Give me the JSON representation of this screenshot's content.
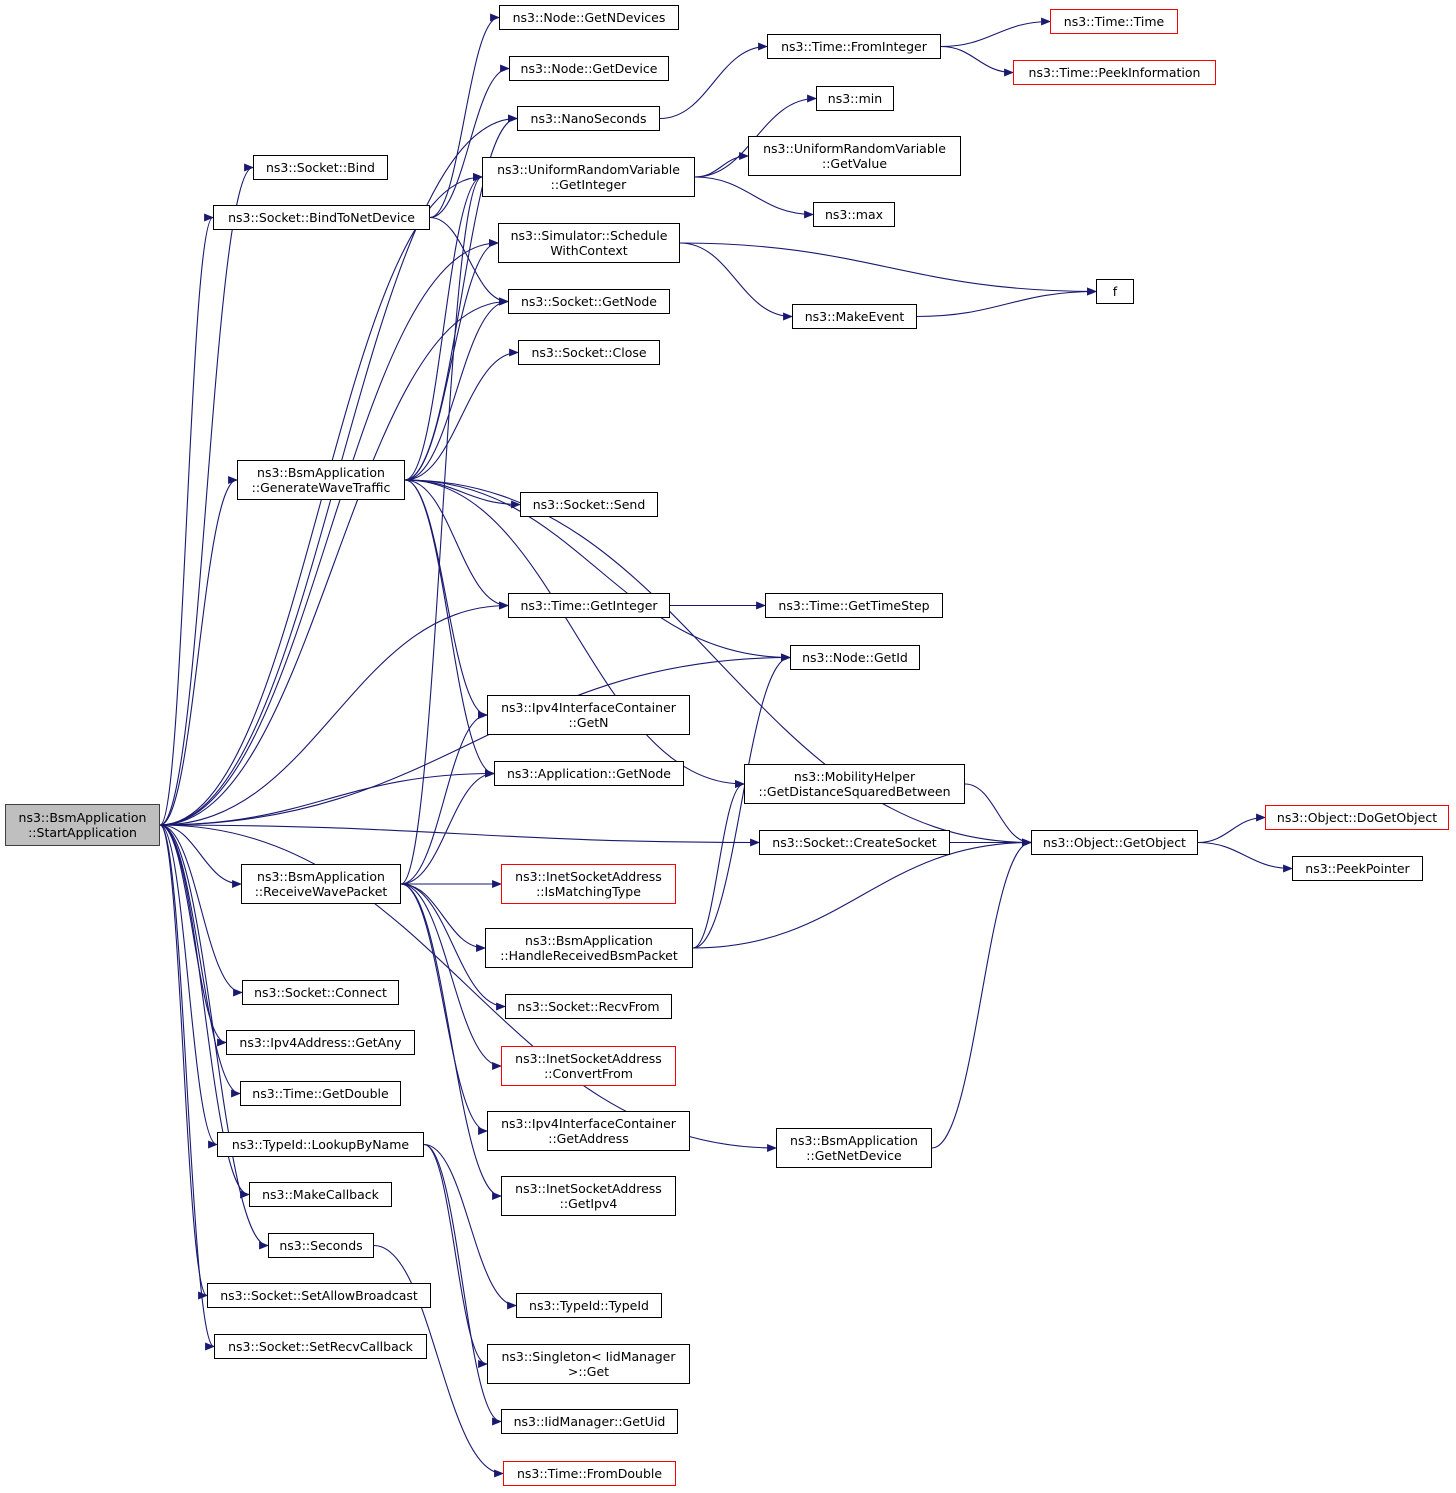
{
  "graph": {
    "edge_color": "#191970",
    "external_border_color": "#ff0000",
    "root_fill": "#bfbfbf",
    "nodes": [
      {
        "id": "start",
        "lines": [
          "ns3::BsmApplication",
          "::StartApplication"
        ],
        "kind": "root"
      },
      {
        "id": "bind",
        "lines": [
          "ns3::Socket::Bind"
        ]
      },
      {
        "id": "bindtonet",
        "lines": [
          "ns3::Socket::BindToNetDevice"
        ]
      },
      {
        "id": "genwave",
        "lines": [
          "ns3::BsmApplication",
          "::GenerateWaveTraffic"
        ]
      },
      {
        "id": "recvwave",
        "lines": [
          "ns3::BsmApplication",
          "::ReceiveWavePacket"
        ]
      },
      {
        "id": "connect",
        "lines": [
          "ns3::Socket::Connect"
        ]
      },
      {
        "id": "getany",
        "lines": [
          "ns3::Ipv4Address::GetAny"
        ]
      },
      {
        "id": "getdouble",
        "lines": [
          "ns3::Time::GetDouble"
        ]
      },
      {
        "id": "lookup",
        "lines": [
          "ns3::TypeId::LookupByName"
        ]
      },
      {
        "id": "makecb",
        "lines": [
          "ns3::MakeCallback"
        ]
      },
      {
        "id": "seconds",
        "lines": [
          "ns3::Seconds"
        ]
      },
      {
        "id": "setbcast",
        "lines": [
          "ns3::Socket::SetAllowBroadcast"
        ]
      },
      {
        "id": "setrecv",
        "lines": [
          "ns3::Socket::SetRecvCallback"
        ]
      },
      {
        "id": "getndev",
        "lines": [
          "ns3::Node::GetNDevices"
        ]
      },
      {
        "id": "getdevice",
        "lines": [
          "ns3::Node::GetDevice"
        ]
      },
      {
        "id": "nanosec",
        "lines": [
          "ns3::NanoSeconds"
        ]
      },
      {
        "id": "uniform",
        "lines": [
          "ns3::UniformRandomVariable",
          "::GetInteger"
        ]
      },
      {
        "id": "schedule",
        "lines": [
          "ns3::Simulator::Schedule",
          "WithContext"
        ]
      },
      {
        "id": "sockgetnode",
        "lines": [
          "ns3::Socket::GetNode"
        ]
      },
      {
        "id": "close",
        "lines": [
          "ns3::Socket::Close"
        ]
      },
      {
        "id": "send",
        "lines": [
          "ns3::Socket::Send"
        ]
      },
      {
        "id": "timegetint",
        "lines": [
          "ns3::Time::GetInteger"
        ]
      },
      {
        "id": "ipv4getn",
        "lines": [
          "ns3::Ipv4InterfaceContainer",
          "::GetN"
        ]
      },
      {
        "id": "appgetnode",
        "lines": [
          "ns3::Application::GetNode"
        ]
      },
      {
        "id": "ismatching",
        "lines": [
          "ns3::InetSocketAddress",
          "::IsMatchingType"
        ],
        "kind": "ext"
      },
      {
        "id": "handlebsm",
        "lines": [
          "ns3::BsmApplication",
          "::HandleReceivedBsmPacket"
        ]
      },
      {
        "id": "recvfrom",
        "lines": [
          "ns3::Socket::RecvFrom"
        ]
      },
      {
        "id": "convertfrom",
        "lines": [
          "ns3::InetSocketAddress",
          "::ConvertFrom"
        ],
        "kind": "ext"
      },
      {
        "id": "ipv4getaddr",
        "lines": [
          "ns3::Ipv4InterfaceContainer",
          "::GetAddress"
        ]
      },
      {
        "id": "getipv4",
        "lines": [
          "ns3::InetSocketAddress",
          "::GetIpv4"
        ]
      },
      {
        "id": "typeid",
        "lines": [
          "ns3::TypeId::TypeId"
        ]
      },
      {
        "id": "singleton",
        "lines": [
          "ns3::Singleton< IidManager",
          " >::Get"
        ]
      },
      {
        "id": "getuid",
        "lines": [
          "ns3::IidManager::GetUid"
        ]
      },
      {
        "id": "fromdouble",
        "lines": [
          "ns3::Time::FromDouble"
        ],
        "kind": "ext"
      },
      {
        "id": "frominteger",
        "lines": [
          "ns3::Time::FromInteger"
        ]
      },
      {
        "id": "min",
        "lines": [
          "ns3::min"
        ]
      },
      {
        "id": "uvgetvalue",
        "lines": [
          "ns3::UniformRandomVariable",
          "::GetValue"
        ]
      },
      {
        "id": "max",
        "lines": [
          "ns3::max"
        ]
      },
      {
        "id": "makeevent",
        "lines": [
          "ns3::MakeEvent"
        ]
      },
      {
        "id": "gettimestep",
        "lines": [
          "ns3::Time::GetTimeStep"
        ]
      },
      {
        "id": "nodegetid",
        "lines": [
          "ns3::Node::GetId"
        ]
      },
      {
        "id": "mobility",
        "lines": [
          "ns3::MobilityHelper",
          "::GetDistanceSquaredBetween"
        ]
      },
      {
        "id": "createsock",
        "lines": [
          "ns3::Socket::CreateSocket"
        ]
      },
      {
        "id": "getnetdev",
        "lines": [
          "ns3::BsmApplication",
          "::GetNetDevice"
        ]
      },
      {
        "id": "timetime",
        "lines": [
          "ns3::Time::Time"
        ],
        "kind": "ext"
      },
      {
        "id": "peekinfo",
        "lines": [
          "ns3::Time::PeekInformation"
        ],
        "kind": "ext"
      },
      {
        "id": "f",
        "lines": [
          "f"
        ]
      },
      {
        "id": "getobject",
        "lines": [
          "ns3::Object::GetObject"
        ]
      },
      {
        "id": "dogetobject",
        "lines": [
          "ns3::Object::DoGetObject"
        ],
        "kind": "ext"
      },
      {
        "id": "peekpointer",
        "lines": [
          "ns3::PeekPointer"
        ]
      }
    ],
    "edges": [
      [
        "start",
        "bind"
      ],
      [
        "start",
        "bindtonet"
      ],
      [
        "start",
        "genwave"
      ],
      [
        "start",
        "recvwave"
      ],
      [
        "start",
        "connect"
      ],
      [
        "start",
        "getany"
      ],
      [
        "start",
        "getdouble"
      ],
      [
        "start",
        "lookup"
      ],
      [
        "start",
        "makecb"
      ],
      [
        "start",
        "seconds"
      ],
      [
        "start",
        "setbcast"
      ],
      [
        "start",
        "setrecv"
      ],
      [
        "start",
        "nanosec"
      ],
      [
        "start",
        "uniform"
      ],
      [
        "start",
        "schedule"
      ],
      [
        "start",
        "sockgetnode"
      ],
      [
        "start",
        "timegetint"
      ],
      [
        "start",
        "appgetnode"
      ],
      [
        "start",
        "nodegetid"
      ],
      [
        "start",
        "createsock"
      ],
      [
        "start",
        "getnetdev"
      ],
      [
        "bindtonet",
        "getndev"
      ],
      [
        "bindtonet",
        "getdevice"
      ],
      [
        "bindtonet",
        "sockgetnode"
      ],
      [
        "genwave",
        "nanosec"
      ],
      [
        "genwave",
        "uniform"
      ],
      [
        "genwave",
        "schedule"
      ],
      [
        "genwave",
        "sockgetnode"
      ],
      [
        "genwave",
        "close"
      ],
      [
        "genwave",
        "send"
      ],
      [
        "genwave",
        "timegetint"
      ],
      [
        "genwave",
        "ipv4getn"
      ],
      [
        "genwave",
        "appgetnode"
      ],
      [
        "genwave",
        "nodegetid"
      ],
      [
        "genwave",
        "mobility"
      ],
      [
        "genwave",
        "getobject"
      ],
      [
        "recvwave",
        "ipv4getn"
      ],
      [
        "recvwave",
        "appgetnode"
      ],
      [
        "recvwave",
        "ismatching"
      ],
      [
        "recvwave",
        "handlebsm"
      ],
      [
        "recvwave",
        "recvfrom"
      ],
      [
        "recvwave",
        "convertfrom"
      ],
      [
        "recvwave",
        "ipv4getaddr"
      ],
      [
        "recvwave",
        "getipv4"
      ],
      [
        "recvwave",
        "uniform"
      ],
      [
        "handlebsm",
        "nodegetid"
      ],
      [
        "handlebsm",
        "mobility"
      ],
      [
        "handlebsm",
        "getobject"
      ],
      [
        "lookup",
        "typeid"
      ],
      [
        "lookup",
        "singleton"
      ],
      [
        "lookup",
        "getuid"
      ],
      [
        "seconds",
        "fromdouble"
      ],
      [
        "nanosec",
        "frominteger"
      ],
      [
        "frominteger",
        "timetime"
      ],
      [
        "frominteger",
        "peekinfo"
      ],
      [
        "uniform",
        "min"
      ],
      [
        "uniform",
        "uvgetvalue"
      ],
      [
        "uniform",
        "max"
      ],
      [
        "schedule",
        "f"
      ],
      [
        "schedule",
        "makeevent"
      ],
      [
        "makeevent",
        "f"
      ],
      [
        "timegetint",
        "gettimestep"
      ],
      [
        "mobility",
        "getobject"
      ],
      [
        "createsock",
        "getobject"
      ],
      [
        "getnetdev",
        "getobject"
      ],
      [
        "getobject",
        "dogetobject"
      ],
      [
        "getobject",
        "peekpointer"
      ]
    ]
  }
}
